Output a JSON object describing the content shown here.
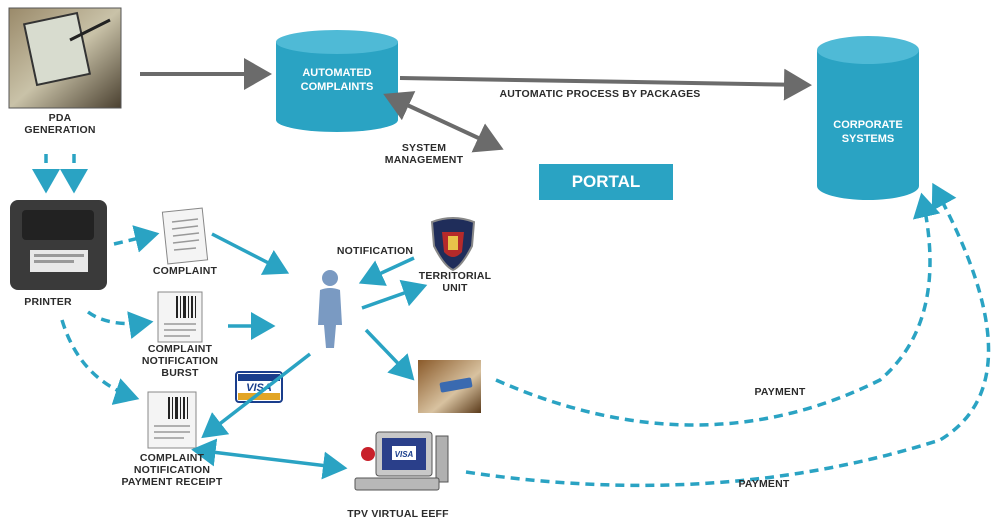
{
  "nodes": {
    "pda": "PDA\nGENERATION",
    "automated_complaints": "AUTOMATED\nCOMPLAINTS",
    "corporate_systems": "CORPORATE\nSYSTEMS",
    "portal": "PORTAL",
    "printer": "PRINTER",
    "complaint": "COMPLAINT",
    "complaint_notification_burst": "COMPLAINT\nNOTIFICATION\nBURST",
    "complaint_notification_payment_receipt": "COMPLAINT\nNOTIFICATION\nPAYMENT RECEIPT",
    "territorial_unit": "TERRITORIAL\nUNIT",
    "tpv_virtual": "TPV VIRTUAL EEFF",
    "visa": "VISA"
  },
  "edges": {
    "automatic_process": "AUTOMATIC PROCESS BY PACKAGES",
    "system_management": "SYSTEM\nMANAGEMENT",
    "notification": "NOTIFICATION",
    "payment_1": "PAYMENT",
    "payment_2": "PAYMENT"
  },
  "colors": {
    "accent": "#2aa3c3",
    "arrow_gray": "#6b6b6b",
    "text": "#2b2b2b"
  }
}
